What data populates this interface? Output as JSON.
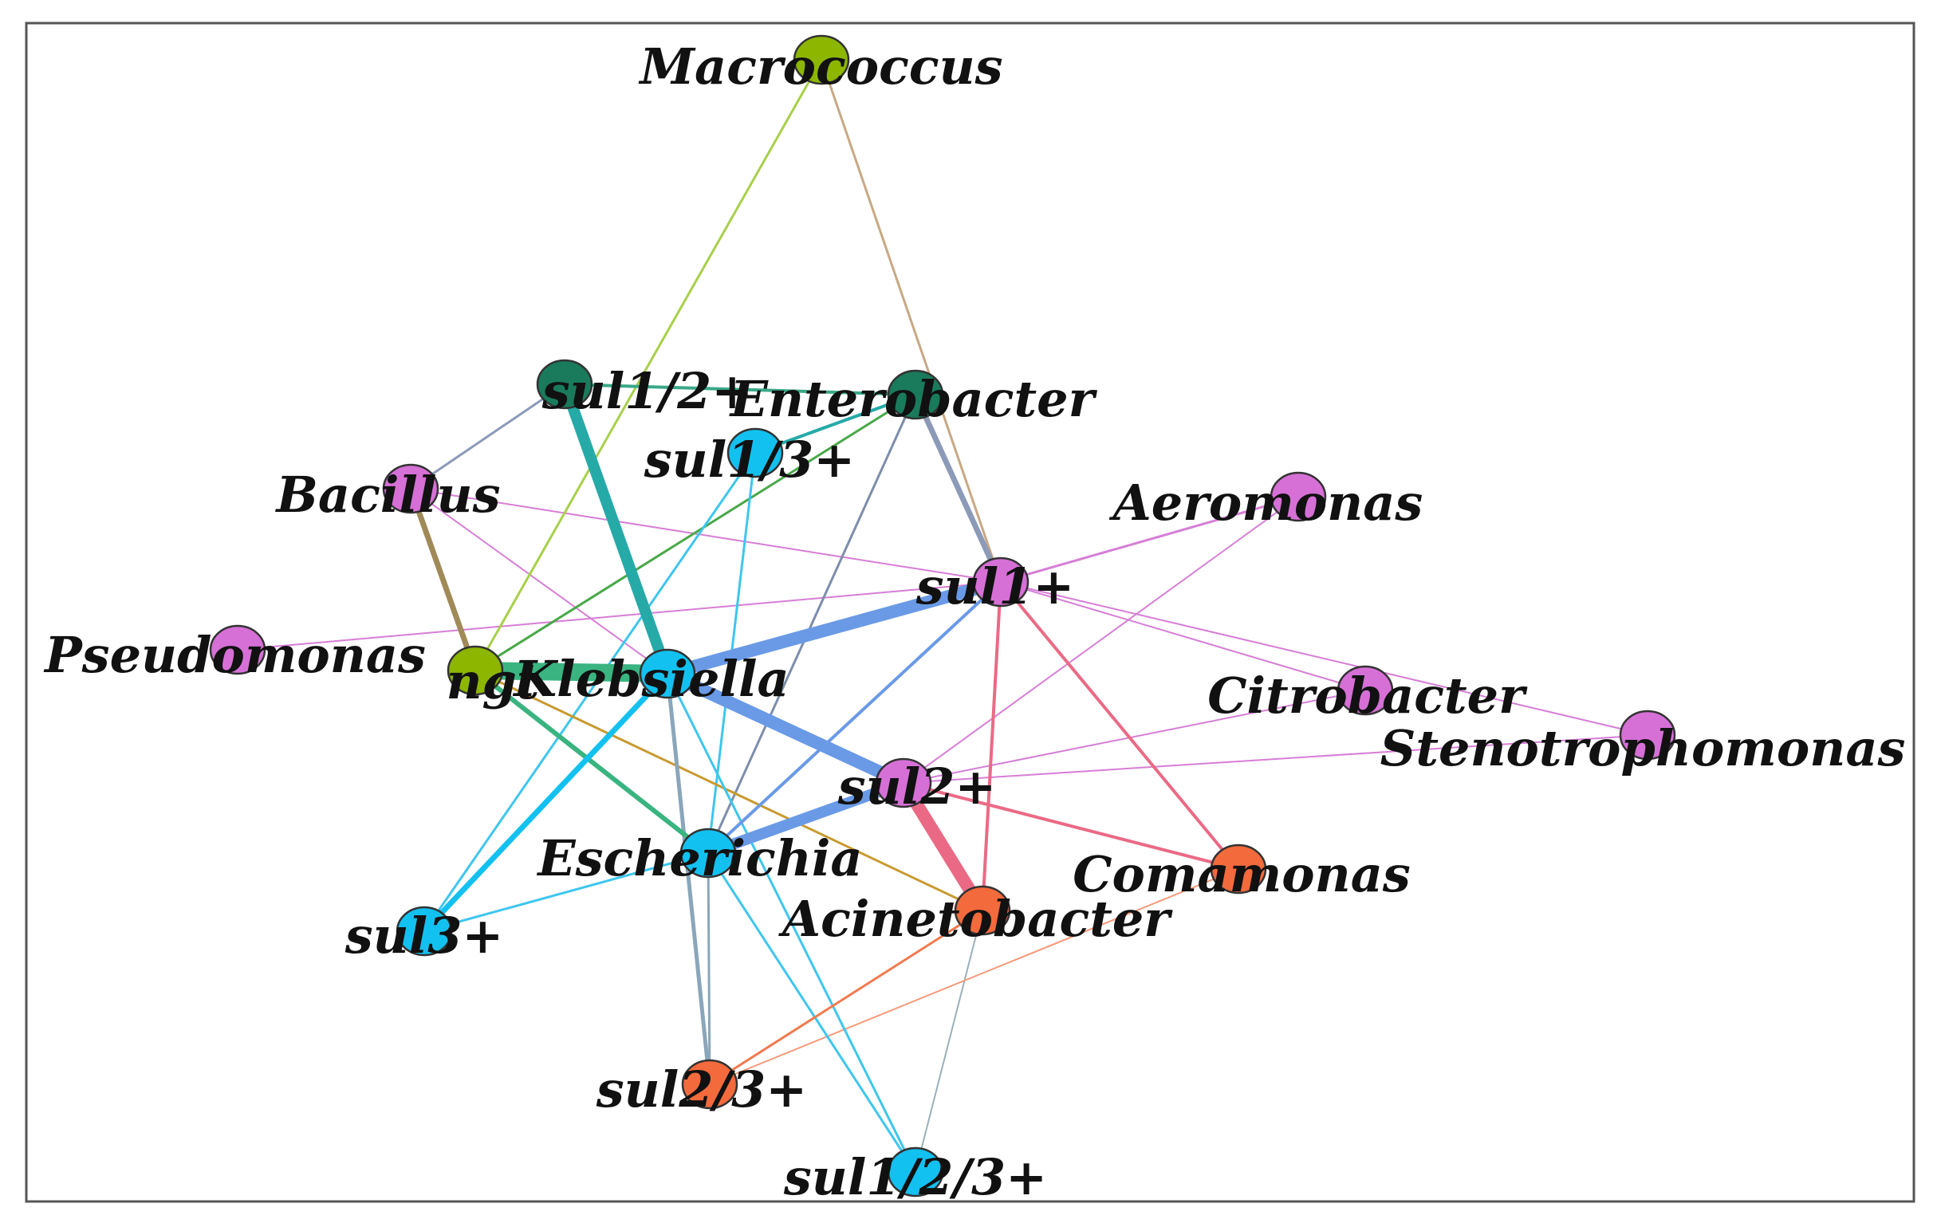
{
  "network": {
    "nodes": [
      {
        "id": "macrococcus",
        "label": "Macrococcus",
        "color": "#8db600"
      },
      {
        "id": "sul12",
        "label": "sul1/2+",
        "color": "#1a7a5c"
      },
      {
        "id": "enterobacter",
        "label": "Enterobacter",
        "color": "#1a7a5c"
      },
      {
        "id": "sul13",
        "label": "sul1/3+",
        "color": "#13c1f0"
      },
      {
        "id": "bacillus",
        "label": "Bacillus",
        "color": "#d670d6"
      },
      {
        "id": "aeromonas",
        "label": "Aeromonas",
        "color": "#d670d6"
      },
      {
        "id": "sul1",
        "label": "sul1+",
        "color": "#d670d6"
      },
      {
        "id": "pseudomonas",
        "label": "Pseudomonas",
        "color": "#d670d6"
      },
      {
        "id": "ngt",
        "label": "ngt",
        "color": "#8db600"
      },
      {
        "id": "klebsiella",
        "label": "Klebsiella",
        "color": "#13c1f0"
      },
      {
        "id": "citrobacter",
        "label": "Citrobacter",
        "color": "#d670d6"
      },
      {
        "id": "stenotrophomonas",
        "label": "Stenotrophomonas",
        "color": "#d670d6"
      },
      {
        "id": "sul2",
        "label": "sul2+",
        "color": "#d670d6"
      },
      {
        "id": "escherichia",
        "label": "Escherichia",
        "color": "#13c1f0"
      },
      {
        "id": "comamonas",
        "label": "Comamonas",
        "color": "#f36a3c"
      },
      {
        "id": "acinetobacter",
        "label": "Acinetobacter",
        "color": "#f36a3c"
      },
      {
        "id": "sul3",
        "label": "sul3+",
        "color": "#13c1f0"
      },
      {
        "id": "sul23",
        "label": "sul2/3+",
        "color": "#f36a3c"
      },
      {
        "id": "sul123",
        "label": "sul1/2/3+",
        "color": "#13c1f0"
      }
    ],
    "edges": [
      {
        "source": "macrococcus",
        "target": "ngt",
        "weight": 3,
        "color": "#a8d04a"
      },
      {
        "source": "macrococcus",
        "target": "sul1",
        "weight": 3,
        "color": "#c8a884"
      },
      {
        "source": "sul12",
        "target": "enterobacter",
        "weight": 4,
        "color": "#3aa888"
      },
      {
        "source": "sul12",
        "target": "bacillus",
        "weight": 3,
        "color": "#8c9ab8"
      },
      {
        "source": "sul12",
        "target": "klebsiella",
        "weight": 14,
        "color": "#26aaa8"
      },
      {
        "source": "enterobacter",
        "target": "sul13",
        "weight": 4,
        "color": "#26aaa8"
      },
      {
        "source": "enterobacter",
        "target": "sul1",
        "weight": 7,
        "color": "#8c9ab8"
      },
      {
        "source": "enterobacter",
        "target": "escherichia",
        "weight": 3,
        "color": "#7d8eab"
      },
      {
        "source": "enterobacter",
        "target": "ngt",
        "weight": 3,
        "color": "#48a848"
      },
      {
        "source": "sul13",
        "target": "escherichia",
        "weight": 3,
        "color": "#3ec6ef"
      },
      {
        "source": "sul13",
        "target": "sul3",
        "weight": 3,
        "color": "#3ec6ef"
      },
      {
        "source": "bacillus",
        "target": "ngt",
        "weight": 7,
        "color": "#a08a58"
      },
      {
        "source": "bacillus",
        "target": "sul1",
        "weight": 2,
        "color": "#d67ed6"
      },
      {
        "source": "bacillus",
        "target": "klebsiella",
        "weight": 2,
        "color": "#d67ed6"
      },
      {
        "source": "aeromonas",
        "target": "sul1",
        "weight": 3,
        "color": "#d67ed6"
      },
      {
        "source": "aeromonas",
        "target": "sul2",
        "weight": 2,
        "color": "#d67ed6"
      },
      {
        "source": "sul1",
        "target": "pseudomonas",
        "weight": 2,
        "color": "#d67ed6"
      },
      {
        "source": "sul1",
        "target": "klebsiella",
        "weight": 16,
        "color": "#6a9ae6"
      },
      {
        "source": "sul1",
        "target": "stenotrophomonas",
        "weight": 2,
        "color": "#d67ed6"
      },
      {
        "source": "sul1",
        "target": "citrobacter",
        "weight": 2,
        "color": "#d67ed6"
      },
      {
        "source": "sul1",
        "target": "escherichia",
        "weight": 4,
        "color": "#6a9ae6"
      },
      {
        "source": "sul1",
        "target": "acinetobacter",
        "weight": 4,
        "color": "#ea6a86"
      },
      {
        "source": "sul1",
        "target": "comamonas",
        "weight": 4,
        "color": "#ea6a86"
      },
      {
        "source": "ngt",
        "target": "klebsiella",
        "weight": 22,
        "color": "#3ab480"
      },
      {
        "source": "ngt",
        "target": "escherichia",
        "weight": 6,
        "color": "#3ab480"
      },
      {
        "source": "ngt",
        "target": "acinetobacter",
        "weight": 3,
        "color": "#c89a30"
      },
      {
        "source": "klebsiella",
        "target": "sul2",
        "weight": 16,
        "color": "#6a9ae6"
      },
      {
        "source": "klebsiella",
        "target": "sul3",
        "weight": 7,
        "color": "#13c1f0"
      },
      {
        "source": "klebsiella",
        "target": "sul23",
        "weight": 5,
        "color": "#8aa6ba"
      },
      {
        "source": "klebsiella",
        "target": "sul123",
        "weight": 3,
        "color": "#3ec6ef"
      },
      {
        "source": "citrobacter",
        "target": "sul2",
        "weight": 2,
        "color": "#d67ed6"
      },
      {
        "source": "stenotrophomonas",
        "target": "sul2",
        "weight": 2,
        "color": "#d67ed6"
      },
      {
        "source": "sul2",
        "target": "escherichia",
        "weight": 14,
        "color": "#6a9ae6"
      },
      {
        "source": "sul2",
        "target": "acinetobacter",
        "weight": 16,
        "color": "#ea6a86"
      },
      {
        "source": "sul2",
        "target": "comamonas",
        "weight": 4,
        "color": "#ea6a86"
      },
      {
        "source": "escherichia",
        "target": "sul3",
        "weight": 3,
        "color": "#3ec6ef"
      },
      {
        "source": "escherichia",
        "target": "sul23",
        "weight": 3,
        "color": "#8aa6ba"
      },
      {
        "source": "escherichia",
        "target": "sul123",
        "weight": 3,
        "color": "#3ec6ef"
      },
      {
        "source": "acinetobacter",
        "target": "sul23",
        "weight": 3,
        "color": "#f07a50"
      },
      {
        "source": "acinetobacter",
        "target": "sul123",
        "weight": 2,
        "color": "#9ab0b8"
      },
      {
        "source": "comamonas",
        "target": "sul23",
        "weight": 2,
        "color": "#f59a7a"
      }
    ]
  }
}
